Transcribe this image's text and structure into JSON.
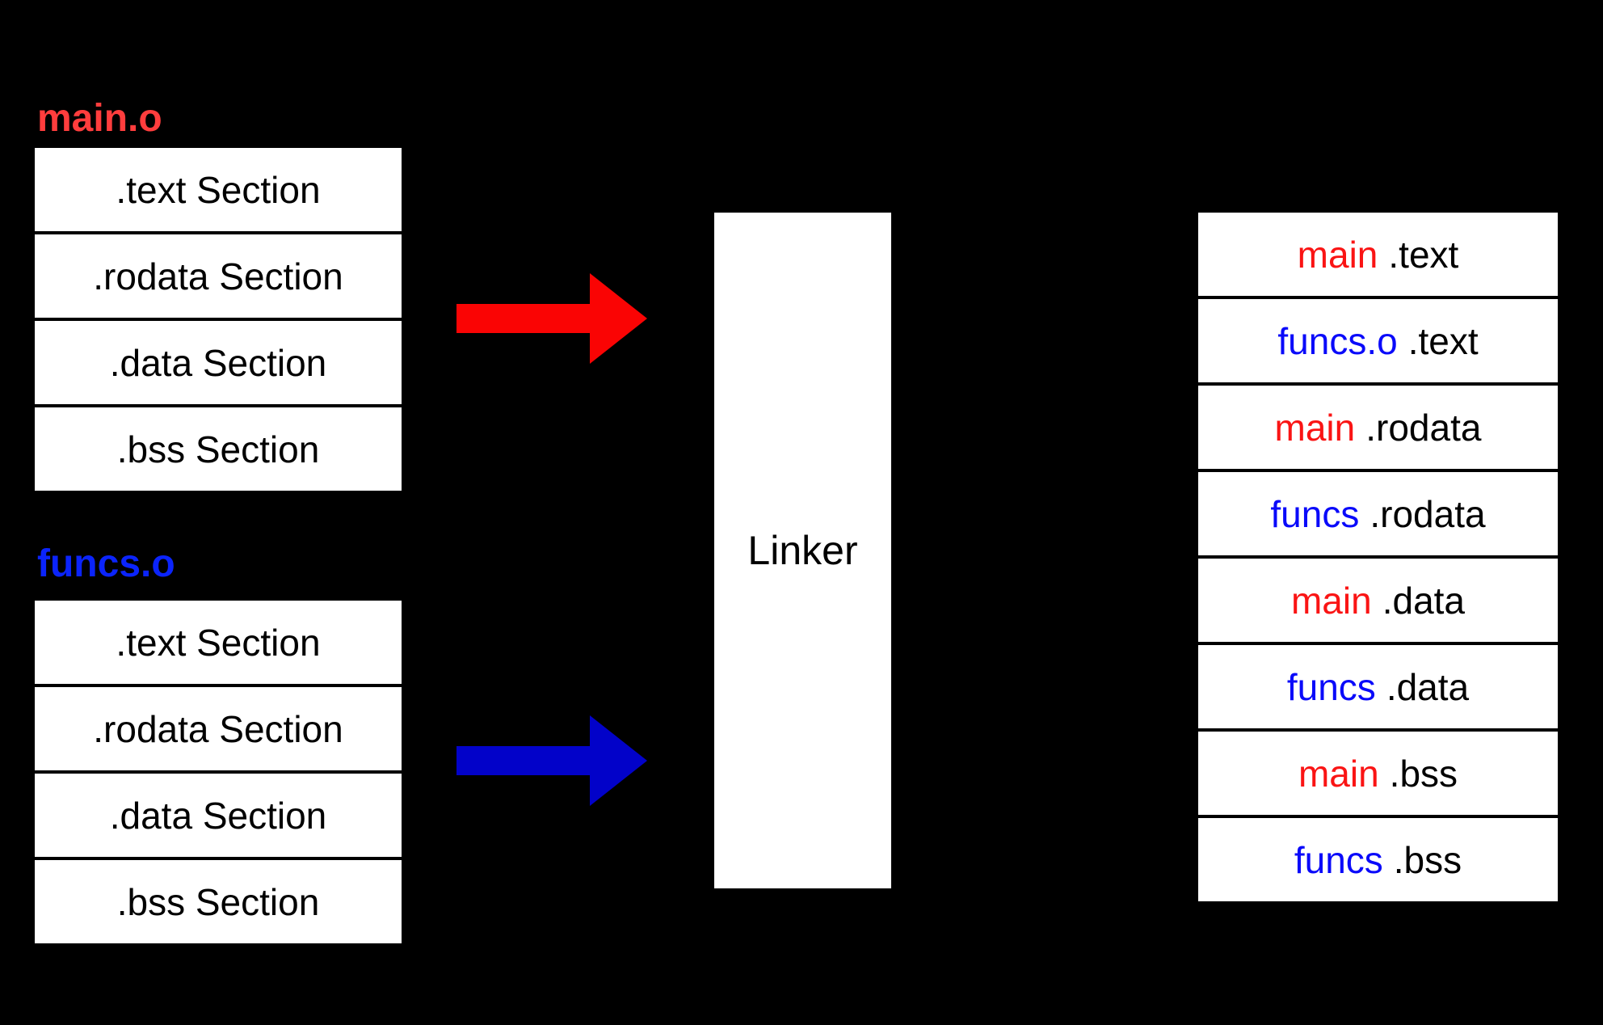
{
  "colors": {
    "background": "#000000",
    "box_fill": "#ffffff",
    "box_text": "#000000",
    "main_red": "#ff3d3d",
    "funcs_blue": "#0b24fb",
    "output_red": "#fa1414",
    "output_blue": "#0a0afa",
    "red_arrow": "#fa0404",
    "blue_arrow": "#0202c9"
  },
  "object_files": {
    "main": {
      "label": "main.o",
      "label_color": "#ff3d3d",
      "sections": {
        "text": ".text Section",
        "rodata": ".rodata Section",
        "data": ".data Section",
        "bss": ".bss Section"
      }
    },
    "funcs": {
      "label": "funcs.o",
      "label_color": "#0b24fb",
      "sections": {
        "text": ".text Section",
        "rodata": ".rodata Section",
        "data": ".data Section",
        "bss": ".bss Section"
      }
    }
  },
  "arrows": {
    "red": {
      "name": "main-to-linker",
      "color": "#fa0404"
    },
    "blue": {
      "name": "funcs-to-linker",
      "color": "#0202c9"
    }
  },
  "linker": {
    "label": "Linker"
  },
  "output_file": {
    "rows": {
      "0": {
        "prefix": "main",
        "prefix_color": "#fa1414",
        "suffix": ".text"
      },
      "1": {
        "prefix": "funcs.o",
        "prefix_color": "#0a0afa",
        "suffix": ".text"
      },
      "2": {
        "prefix": "main",
        "prefix_color": "#fa1414",
        "suffix": ".rodata"
      },
      "3": {
        "prefix": "funcs",
        "prefix_color": "#0a0afa",
        "suffix": ".rodata"
      },
      "4": {
        "prefix": "main",
        "prefix_color": "#fa1414",
        "suffix": ".data"
      },
      "5": {
        "prefix": "funcs",
        "prefix_color": "#0a0afa",
        "suffix": ".data"
      },
      "6": {
        "prefix": "main",
        "prefix_color": "#fa1414",
        "suffix": ".bss"
      },
      "7": {
        "prefix": "funcs",
        "prefix_color": "#0a0afa",
        "suffix": ".bss"
      }
    }
  }
}
